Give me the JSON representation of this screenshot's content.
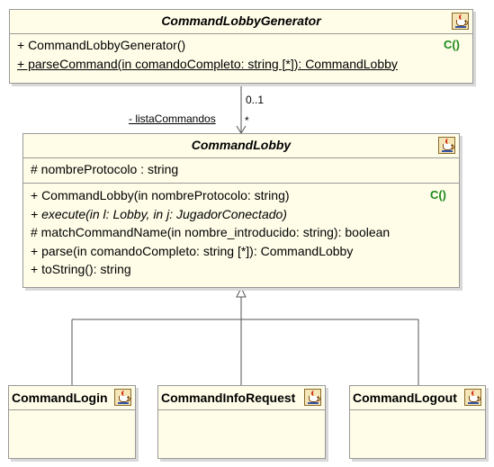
{
  "generator": {
    "name": "CommandLobbyGenerator",
    "ops": [
      {
        "text": "+ CommandLobbyGenerator()",
        "marker": "C()"
      },
      {
        "text": "+ parseCommand(in comandoCompleto: string [*]): CommandLobby",
        "static": true
      }
    ]
  },
  "association": {
    "multiplicity_source": "0..1",
    "role": "- listaCommandos",
    "multiplicity_target": "*"
  },
  "lobby": {
    "name": "CommandLobby",
    "attrs": [
      {
        "text": "# nombreProtocolo : string"
      }
    ],
    "ops": [
      {
        "text": "+ CommandLobby(in nombreProtocolo: string)",
        "marker": "C()"
      },
      {
        "text": "+ execute(in l: Lobby, in j: JugadorConectado)",
        "abstract": true
      },
      {
        "text": "# matchCommandName(in nombre_introducido: string): boolean"
      },
      {
        "text": "+ parse(in comandoCompleto: string [*]): CommandLobby"
      },
      {
        "text": "+ toString(): string"
      }
    ]
  },
  "subclasses": [
    {
      "name": "CommandLogin"
    },
    {
      "name": "CommandInfoRequest"
    },
    {
      "name": "CommandLogout"
    }
  ],
  "colors": {
    "class_fill": "#fffde8",
    "border": "#999999",
    "constructor_marker": "#1c8a1c"
  },
  "icons": {
    "class_icon": "java-class-icon"
  }
}
